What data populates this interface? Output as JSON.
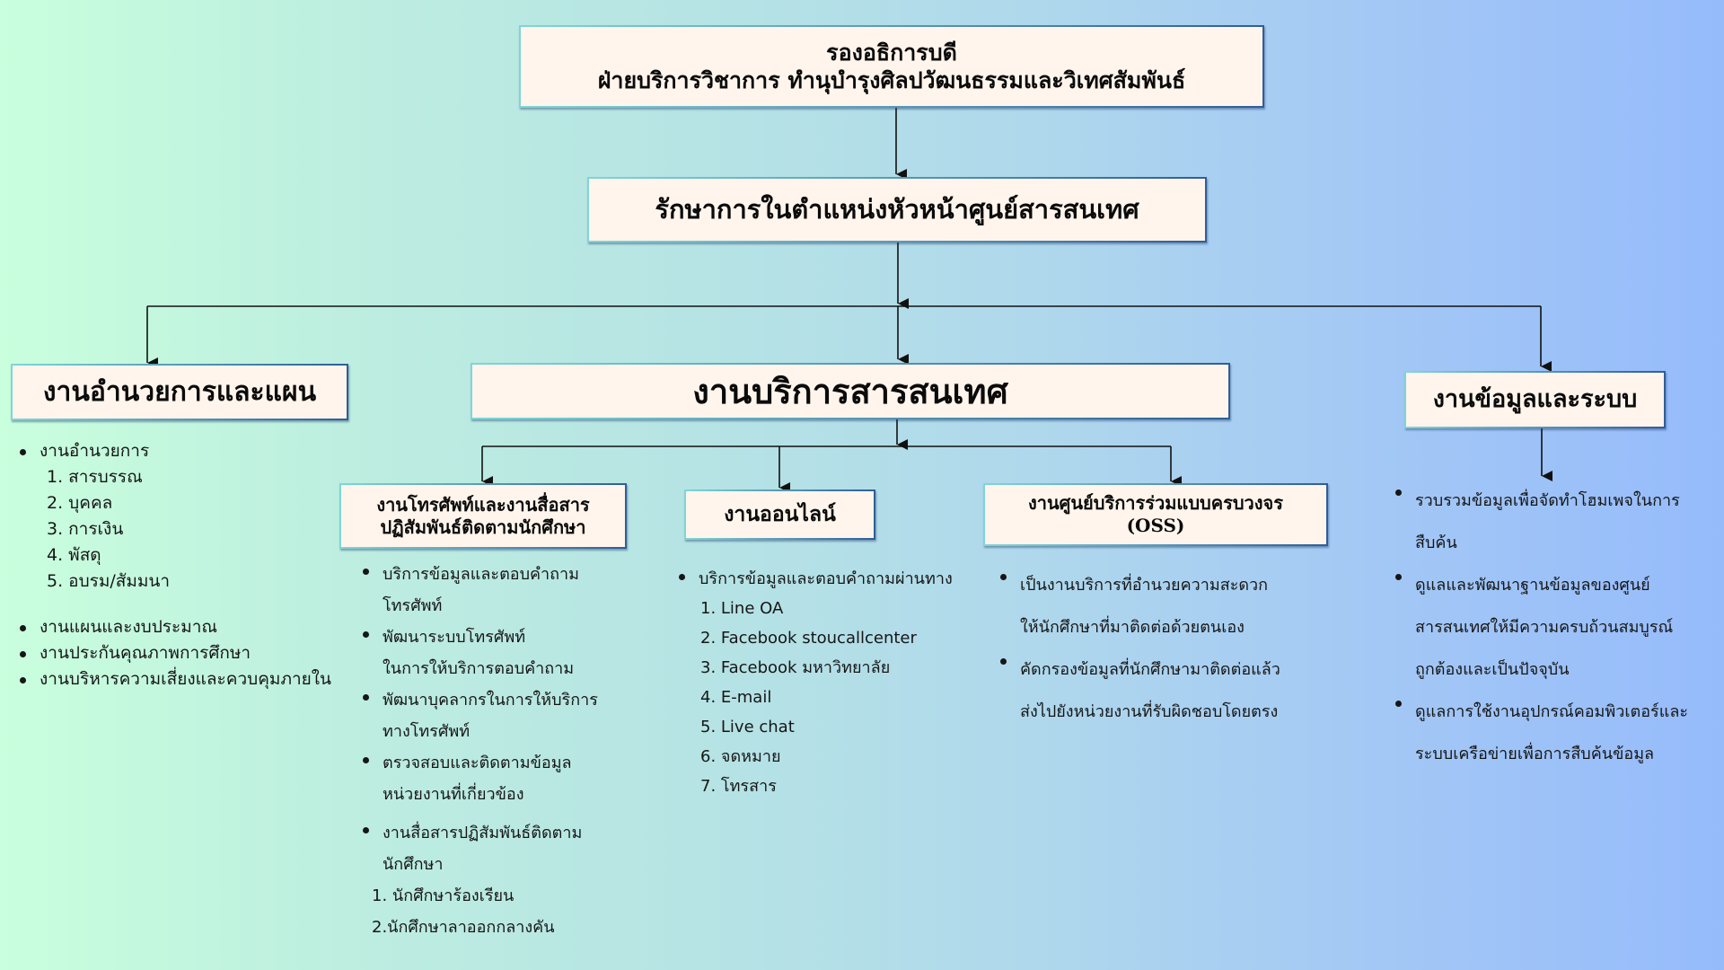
{
  "colors": {
    "background_left": "#c9ffdd",
    "background_right": "#96bbfb",
    "box_fill": "#fff5ec",
    "box_border_left": "#7fd6d6",
    "box_border_right": "#2f5e98",
    "connector": "#111111"
  },
  "top_box": {
    "line1": "รองอธิการบดี",
    "line2": "ฝ่ายบริการวิชาการ ทำนุบำรุงศิลปวัฒนธรรมและวิเทศสัมพันธ์"
  },
  "second_box": {
    "title": "รักษาการในตำแหน่งหัวหน้าศูนย์สารสนเทศ"
  },
  "left_unit": {
    "title": "งานอำนวยการและแผน",
    "items": [
      {
        "text": "งานอำนวยการ",
        "type": "bullet"
      },
      {
        "text": "1.  สารบรรณ",
        "type": "sub"
      },
      {
        "text": "2. บุคคล",
        "type": "sub"
      },
      {
        "text": "3. การเงิน",
        "type": "sub"
      },
      {
        "text": "4. พัสดุ",
        "type": "sub"
      },
      {
        "text": "5. อบรม/สัมมนา",
        "type": "sub"
      },
      {
        "text": "งานแผนและงบประมาณ",
        "type": "bullet"
      },
      {
        "text": "งานประกันคุณภาพการศึกษา",
        "type": "bullet"
      },
      {
        "text": "งานบริหารความเสี่ยงและควบคุมภายใน",
        "type": "bullet"
      }
    ]
  },
  "center_unit": {
    "title": "งานบริการสารสนเทศ",
    "sub_units": [
      {
        "title_line1": "งานโทรศัพท์และงานสื่อสาร",
        "title_line2": "ปฏิสัมพันธ์ติดตามนักศึกษา",
        "items": [
          {
            "line1": "บริการข้อมูลและตอบคำถาม",
            "line2": "โทรศัพท์"
          },
          {
            "line1": "พัฒนาระบบโทรศัพท์",
            "line2": "ในการให้บริการตอบคำถาม"
          },
          {
            "line1": "พัฒนาบุคลากรในการให้บริการ",
            "line2": "ทางโทรศัพท์"
          },
          {
            "line1": "ตรวจสอบและติดตามข้อมูล",
            "line2": "หน่วยงานที่เกี่ยวข้อง"
          },
          {
            "line1": "งานสื่อสารปฏิสัมพันธ์ติดตาม",
            "line2": "นักศึกษา"
          }
        ],
        "numbered": [
          "1. นักศึกษาร้องเรียน",
          "2.นักศึกษาลาออกกลางคัน"
        ]
      },
      {
        "title": "งานออนไลน์",
        "bullet": "บริการข้อมูลและตอบคำถามผ่านทาง",
        "numbered": [
          "1. Line OA",
          "2. Facebook stoucallcenter",
          "3. Facebook มหาวิทยาลัย",
          "4. E-mail",
          "5. Live chat",
          "6. จดหมาย",
          "7. โทรสาร"
        ]
      },
      {
        "title_line1": "งานศูนย์บริการร่วมแบบครบวงจร",
        "title_line2": "(OSS)",
        "items": [
          {
            "line1": "เป็นงานบริการที่อำนวยความสะดวก",
            "line2": "ให้นักศึกษาที่มาติดต่อด้วยตนเอง"
          },
          {
            "line1": "คัดกรองข้อมูลที่นักศึกษามาติดต่อแล้ว",
            "line2": "ส่งไปยังหน่วยงานที่รับผิดชอบโดยตรง"
          }
        ]
      }
    ]
  },
  "right_unit": {
    "title": "งานข้อมูลและระบบ",
    "items": [
      {
        "line1": "รวบรวมข้อมูลเพื่อจัดทำโฮมเพจในการ",
        "line2": "สืบค้น"
      },
      {
        "line1": "ดูแลและพัฒนาฐานข้อมูลของศูนย์",
        "line2": "สารสนเทศให้มีความครบถ้วนสมบูรณ์",
        "line3": "ถูกต้องและเป็นปัจจุบัน"
      },
      {
        "line1": "ดูแลการใช้งานอุปกรณ์คอมพิวเตอร์และ",
        "line2": "ระบบเครือข่ายเพื่อการสืบค้นข้อมูล"
      }
    ]
  }
}
